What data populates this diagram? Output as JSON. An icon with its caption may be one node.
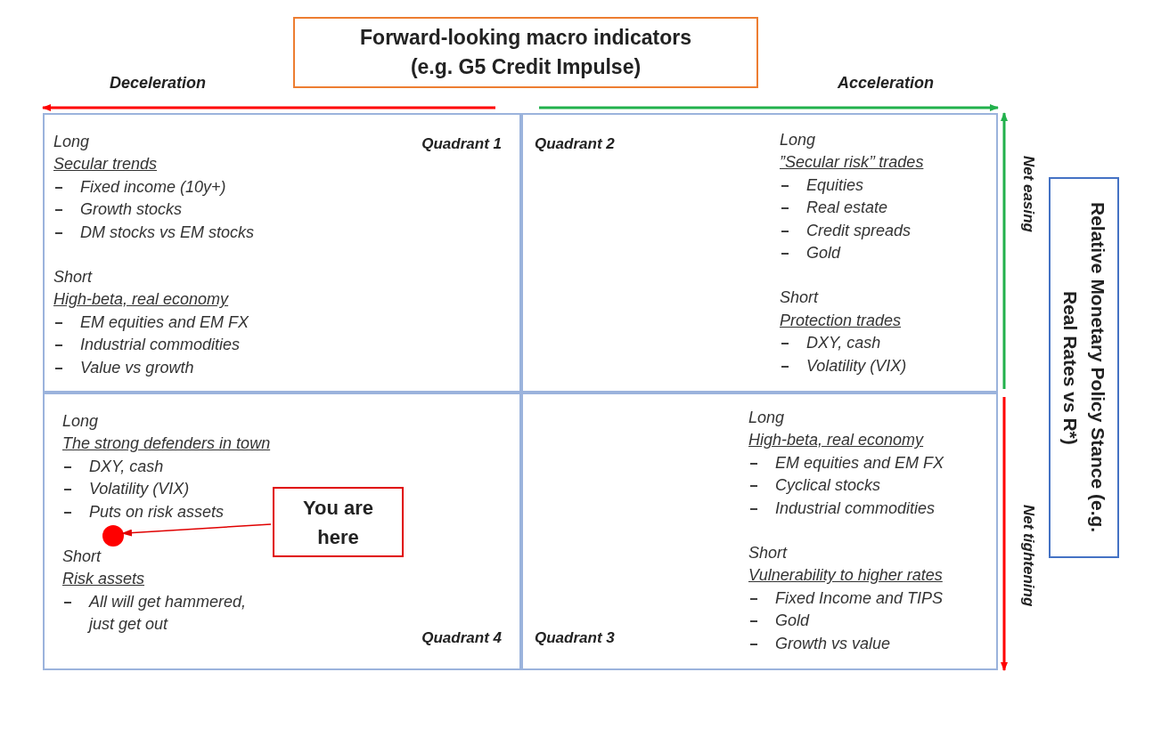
{
  "diagram": {
    "nodes": [
      {
        "text": [
          "Forward-looking macro indicators (e.g. G5 Credit Impulse)"
        ]
      },
      {
        "text": [
          "Relative Monetary Policy Stance (e.g. Real Rates vs R*)"
        ]
      },
      {
        "text": [
          "Quadrant 1",
          "Long",
          "Secular trends",
          "Fixed income (10y+)",
          "Growth stocks",
          "DM stocks vs EM stocks",
          "Short",
          "High-beta, real economy",
          "EM equities and EM FX",
          "Industrial commodities",
          "Value vs growth"
        ]
      },
      {
        "text": [
          "Quadrant 2",
          "Long",
          "”Secular risk’’ trades",
          "Equities",
          "Real estate",
          "Credit spreads",
          "Gold",
          "Short",
          "Protection trades",
          "DXY, cash",
          "Volatility (VIX)"
        ]
      },
      {
        "text": [
          "Quadrant 4",
          "Long",
          "The strong defenders in town",
          "DXY, cash",
          "Volatility (VIX)",
          "Puts on risk assets",
          "Short",
          "Risk assets",
          "All will get hammered, just get out"
        ]
      },
      {
        "text": [
          "You are here"
        ],
        "in": 4
      },
      {
        "text": [],
        "shape": "circle",
        "in": 4
      },
      {
        "text": [
          "Quadrant 3",
          "Long",
          "High-beta, real economy",
          "EM equities and EM FX",
          "Cyclical stocks",
          "Industrial commodities",
          "Short",
          "Vulnerability to higher rates",
          "Fixed Income and TIPS",
          "Gold",
          "Growth vs value"
        ]
      }
    ],
    "edges": [
      {
        "from": 5,
        "to": 6,
        "arrow": "to",
        "color": "#e00000"
      }
    ],
    "labels": [
      "Deceleration",
      "Acceleration",
      "Net easing",
      "Net tightening"
    ]
  }
}
